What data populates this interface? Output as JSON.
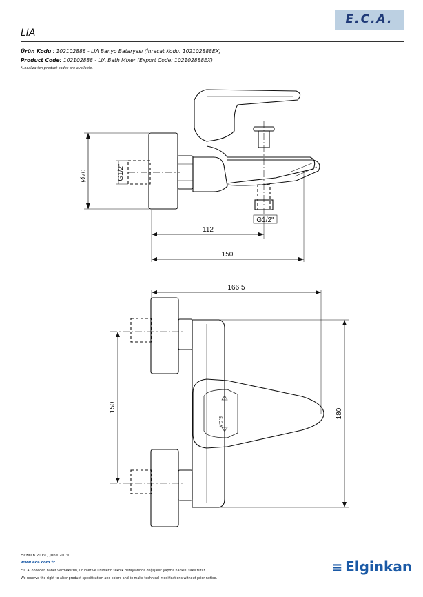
{
  "header": {
    "logo_text": "E.C.A.",
    "product_title": "LIA"
  },
  "codes": {
    "tr_label": "Ürün Kodu",
    "tr_value": ": 102102888 - LIA Banyo Bataryası (İhracat Kodu: 102102888EX)",
    "en_label": "Product Code:",
    "en_value": "102102888 - LIA Bath Mixer (Export Code: 102102888EX)",
    "note": "*Localization product codes are available."
  },
  "dimensions": {
    "diameter": "Ø70",
    "thread_inlet": "G1/2\"",
    "thread_outlet": "G1/2\"",
    "dist_112": "112",
    "dist_150_front": "150",
    "dist_166": "166,5",
    "dist_150_side": "150",
    "dist_180": "180"
  },
  "footer": {
    "date": "Haziran 2019 / June 2019",
    "url": "www.eca.com.tr",
    "disclaimer_tr": "E.C.A. önceden haber vermeksizin, ürünler ve ürünlerin teknik detaylarında değişiklik yapma hakkını saklı tutar.",
    "disclaimer_en": "We reserve the right to alter product specification and colors and to make technical modifications without prior notice.",
    "brand": "Elginkan"
  }
}
